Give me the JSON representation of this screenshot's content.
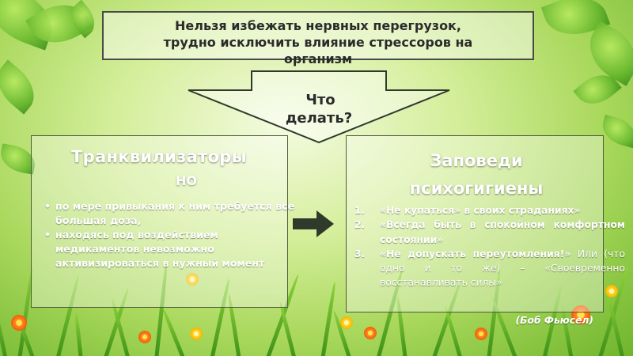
{
  "header": {
    "line1": "Нельзя избежать нервных перегрузок,",
    "line2": "трудно исключить влияние стрессоров на",
    "line3": "организм"
  },
  "question": {
    "line1": "Что",
    "line2": "делать?"
  },
  "left_panel": {
    "title": "Транквилизаторы",
    "conjunction": "НО",
    "items": [
      "по мере привыкания к ним требуется все большая доза,",
      "находясь под воздействием медикаментов невозможно активизироваться в нужный момент"
    ]
  },
  "right_panel": {
    "title_line1": "Заповеди",
    "title_line2": "психогигиены",
    "items": [
      {
        "num": "1.",
        "text": "«Не купаться» в своих страданиях»"
      },
      {
        "num": "2.",
        "text": "«Всегда быть в спокойном комфортном состоянии»"
      },
      {
        "num": "3.",
        "text": "«Не допускать переутомления!»",
        "extra": "Или (что одно и то же) – «Своевременно восстанавливать силы»"
      }
    ],
    "author": "(Боб Фьюсел)"
  },
  "colors": {
    "accent_text": "#ffffff",
    "header_text": "#2b2b2b",
    "arrow": "#2f3a2a"
  }
}
